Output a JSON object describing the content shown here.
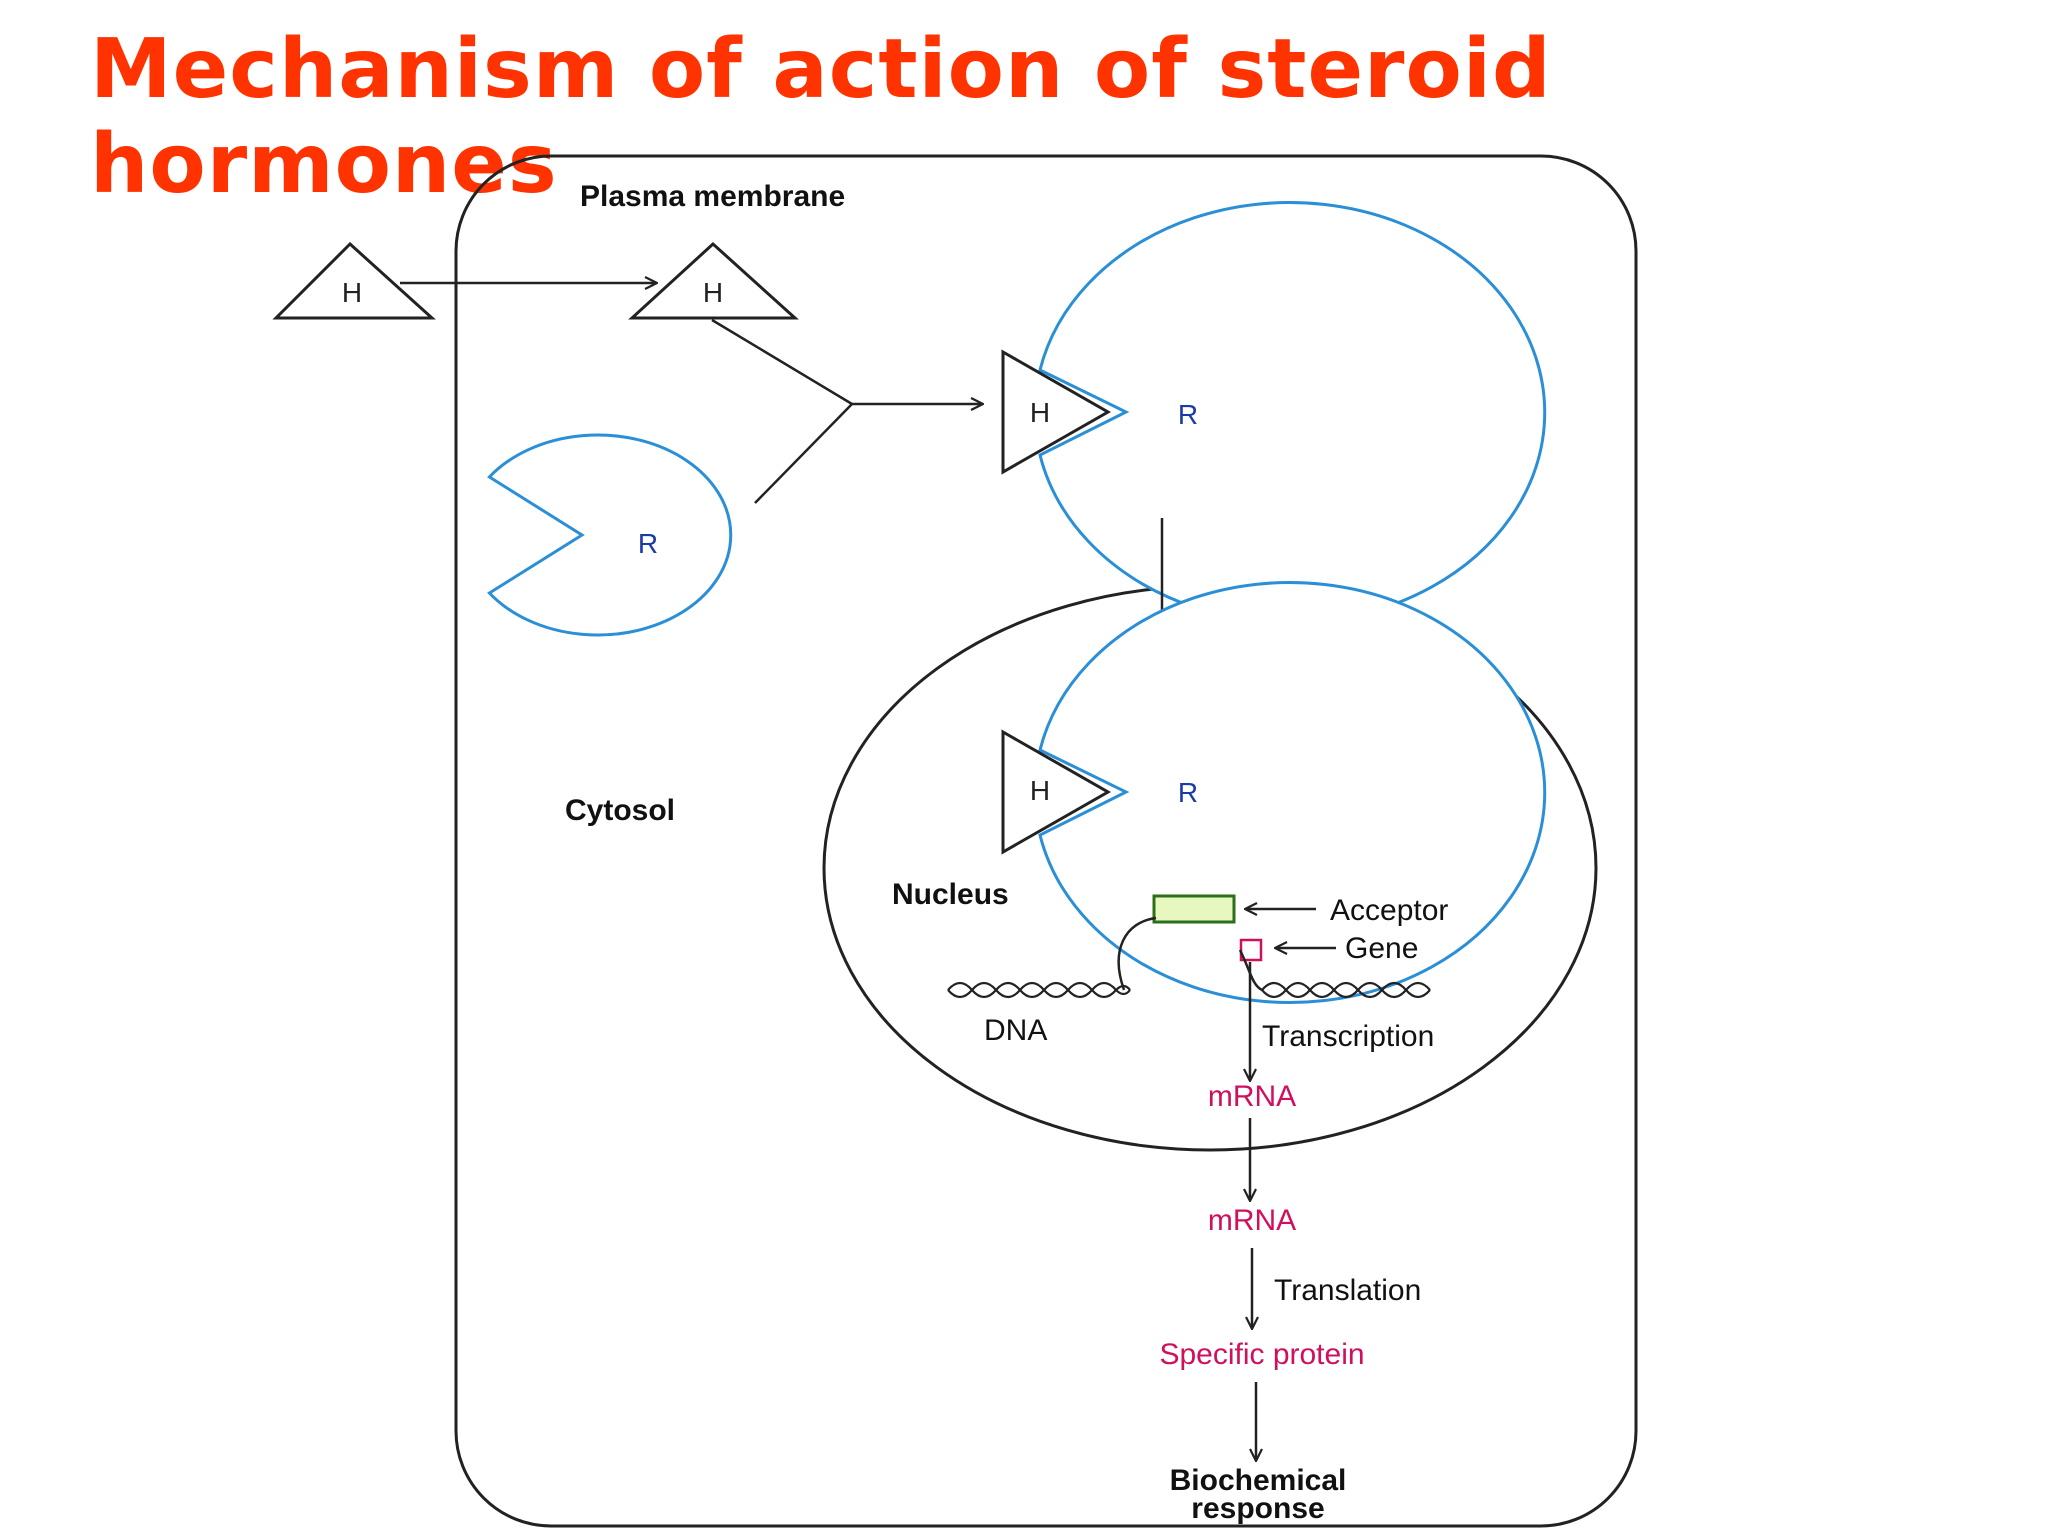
{
  "title": "Mechanism of action of steroid hormones",
  "labels": {
    "plasma_membrane": "Plasma membrane",
    "cytosol": "Cytosol",
    "nucleus": "Nucleus",
    "acceptor": "Acceptor",
    "gene": "Gene",
    "dna": "DNA",
    "transcription": "Transcription",
    "mrna_nucleus": "mRNA",
    "mrna_cytosol": "mRNA",
    "translation": "Translation",
    "specific_protein": "Specific protein",
    "biochemical_response_line1": "Biochemical",
    "biochemical_response_line2": "response"
  },
  "symbols": {
    "hormone": "H",
    "receptor": "R"
  },
  "colors": {
    "title": "#ff3300",
    "receptor_outline": "#2a8fd6",
    "receptor_label": "#1a3aa8",
    "rna_protein_text": "#d0105c",
    "acceptor_fill": "#e6f7c0",
    "acceptor_stroke": "#2c6e1a",
    "gene_stroke": "#d0105c",
    "line": "#222222"
  }
}
